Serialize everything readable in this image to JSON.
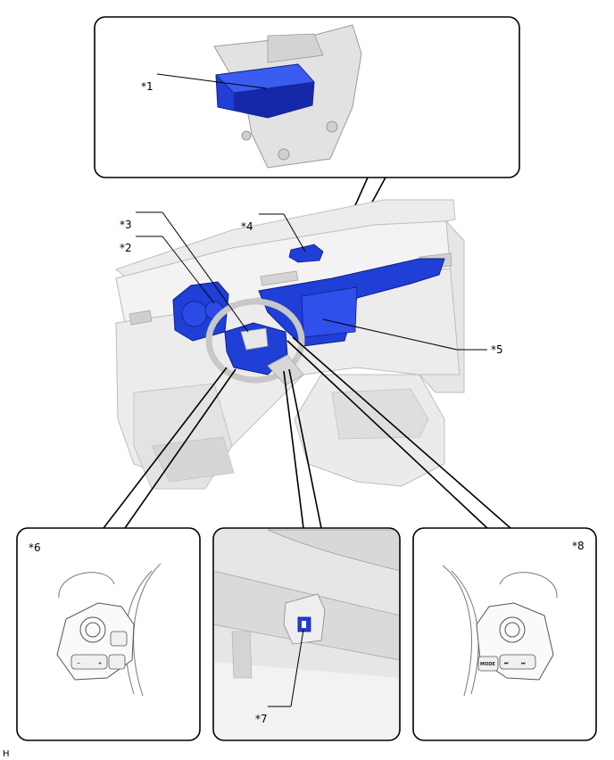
{
  "callouts": {
    "c1": "*1",
    "c2": "*2",
    "c3": "*3",
    "c4": "*4",
    "c5": "*5",
    "c6": "*6",
    "c7": "*7",
    "c8": "*8"
  },
  "figure_id": "H",
  "switch_labels": {
    "mode": "MODE",
    "prev": "⏮",
    "next": "⏭",
    "minus": "−",
    "plus": "+"
  },
  "colors": {
    "highlight": "#1f3fd6",
    "highlight_dark": "#1428a8",
    "part_gray": "#d9d9d9",
    "line": "#000000",
    "frame": "#000000"
  }
}
